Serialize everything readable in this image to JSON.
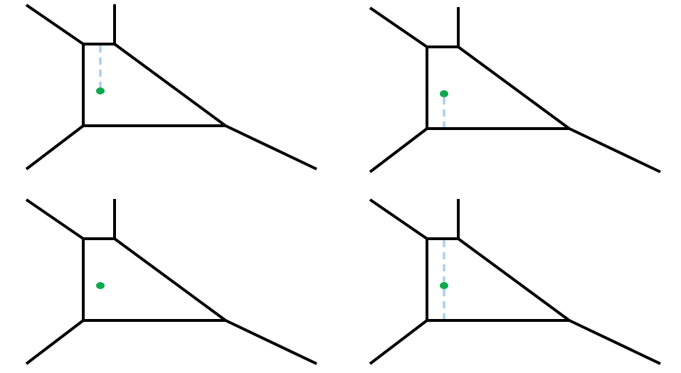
{
  "colors": {
    "background": "#ffffff",
    "edge": "#000000",
    "point": "#10a84f",
    "probe_segment": "#a9cff0"
  },
  "panels": [
    {
      "id": "top-left",
      "probe": "up"
    },
    {
      "id": "top-right",
      "probe": "down"
    },
    {
      "id": "bottom-left",
      "probe": "none"
    },
    {
      "id": "bottom-right",
      "probe": "both"
    }
  ]
}
